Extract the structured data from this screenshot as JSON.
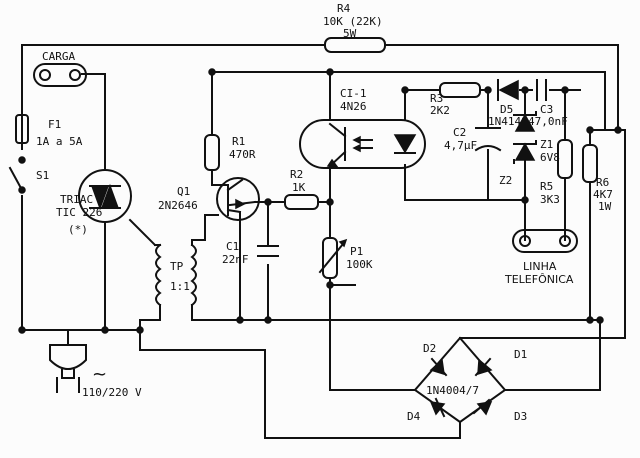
{
  "labels": {
    "r4_name": "R4",
    "r4_value": "10K (22K)",
    "r4_power": "5W",
    "carga": "CARGA",
    "f1_name": "F1",
    "f1_value": "1A a 5A",
    "s1_name": "S1",
    "triac_name": "TRIAC",
    "triac_part": "TIC 226",
    "triac_note": "(*)",
    "r1_name": "R1",
    "r1_value": "470R",
    "q1_name": "Q1",
    "q1_part": "2N2646",
    "ci1_name": "CI-1",
    "ci1_part": "4N26",
    "r3_name": "R3",
    "r3_value": "2K2",
    "d5_name": "D5",
    "d5_part": "1N4148",
    "c3_name": "C3",
    "c3_value": "47,0nF",
    "c2_name": "C2",
    "c2_value": "4,7µF",
    "z1_name": "Z1",
    "z1_value": "6V8",
    "z2_name": "Z2",
    "r5_name": "R5",
    "r5_value": "3K3",
    "r6_name": "R6",
    "r6_value": "4K7",
    "r6_power": "1W",
    "r2_name": "R2",
    "r2_value": "1K",
    "c1_name": "C1",
    "c1_value": "22nF",
    "tp_name": "TP",
    "tp_ratio": "1:1",
    "p1_name": "P1",
    "p1_value": "100K",
    "linha1": "LINHA",
    "linha2": "TELEFÔNICA",
    "d2_name": "D2",
    "d1_name": "D1",
    "d4_name": "D4",
    "d3_name": "D3",
    "bridge_part": "1N4004/7",
    "ac_symbol": "~",
    "mains": "110/220 V"
  }
}
